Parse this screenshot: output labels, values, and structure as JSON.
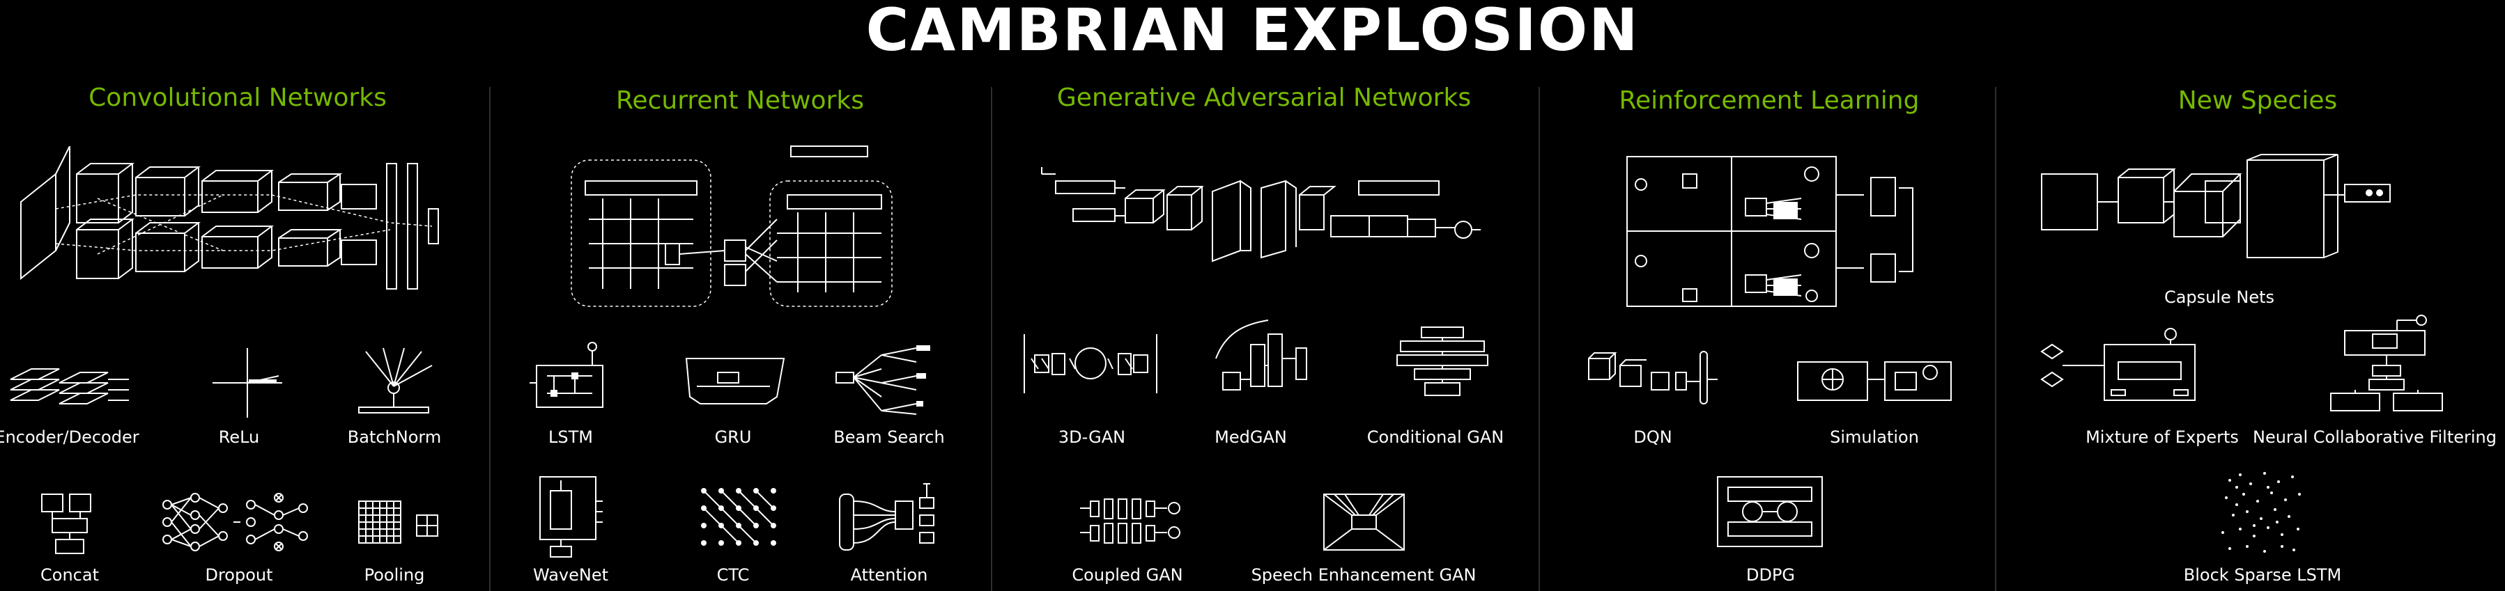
{
  "title": "CAMBRIAN EXPLOSION",
  "sections": {
    "conv": {
      "heading": "Convolutional Networks",
      "items": [
        "Encoder/Decoder",
        "ReLu",
        "BatchNorm",
        "Concat",
        "Dropout",
        "Pooling"
      ]
    },
    "rnn": {
      "heading": "Recurrent Networks",
      "items": [
        "LSTM",
        "GRU",
        "Beam Search",
        "WaveNet",
        "CTC",
        "Attention"
      ]
    },
    "gan": {
      "heading": "Generative Adversarial Networks",
      "items": [
        "3D-GAN",
        "MedGAN",
        "Conditional GAN",
        "Coupled GAN",
        "Speech Enhancement GAN"
      ]
    },
    "rl": {
      "heading": "Reinforcement Learning",
      "items": [
        "DQN",
        "Simulation",
        "DDPG"
      ]
    },
    "new": {
      "heading": "New Species",
      "items": [
        "Capsule Nets",
        "Mixture of Experts",
        "Neural Collaborative Filtering",
        "Block Sparse LSTM"
      ]
    }
  },
  "colors": {
    "heading": "#76b900",
    "background": "#000000",
    "divider": "#2e2e2e"
  }
}
